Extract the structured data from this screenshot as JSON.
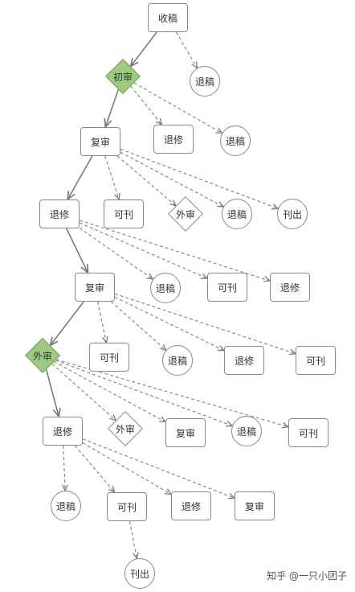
{
  "nodes": [
    {
      "id": "n1",
      "label": "收稿",
      "shape": "box",
      "fill": "green"
    },
    {
      "id": "n2",
      "label": "初审",
      "shape": "diamond",
      "fill": "green"
    },
    {
      "id": "n3",
      "label": "退稿",
      "shape": "circle",
      "fill": "white"
    },
    {
      "id": "n4",
      "label": "复审",
      "shape": "box",
      "fill": "green"
    },
    {
      "id": "n5",
      "label": "退修",
      "shape": "box",
      "fill": "white"
    },
    {
      "id": "n6",
      "label": "退稿",
      "shape": "circle",
      "fill": "white"
    },
    {
      "id": "n7",
      "label": "退修",
      "shape": "box",
      "fill": "green"
    },
    {
      "id": "n8",
      "label": "可刊",
      "shape": "box",
      "fill": "white"
    },
    {
      "id": "n9",
      "label": "外审",
      "shape": "diamond",
      "fill": "white"
    },
    {
      "id": "n10",
      "label": "退稿",
      "shape": "circle",
      "fill": "white"
    },
    {
      "id": "n11",
      "label": "刊出",
      "shape": "circle",
      "fill": "white"
    },
    {
      "id": "n12",
      "label": "复审",
      "shape": "box",
      "fill": "green"
    },
    {
      "id": "n13",
      "label": "退稿",
      "shape": "circle",
      "fill": "white"
    },
    {
      "id": "n14",
      "label": "可刊",
      "shape": "box",
      "fill": "white"
    },
    {
      "id": "n15",
      "label": "退修",
      "shape": "box",
      "fill": "white"
    },
    {
      "id": "n16",
      "label": "外审",
      "shape": "diamond",
      "fill": "green"
    },
    {
      "id": "n17",
      "label": "可刊",
      "shape": "box",
      "fill": "white"
    },
    {
      "id": "n18",
      "label": "退稿",
      "shape": "circle",
      "fill": "white"
    },
    {
      "id": "n19",
      "label": "退修",
      "shape": "box",
      "fill": "white"
    },
    {
      "id": "n20",
      "label": "可刊",
      "shape": "box",
      "fill": "white"
    },
    {
      "id": "n21",
      "label": "退修",
      "shape": "box",
      "fill": "orange"
    },
    {
      "id": "n22",
      "label": "外审",
      "shape": "diamond",
      "fill": "white"
    },
    {
      "id": "n23",
      "label": "复审",
      "shape": "box",
      "fill": "white"
    },
    {
      "id": "n24",
      "label": "退稿",
      "shape": "circle",
      "fill": "white"
    },
    {
      "id": "n25",
      "label": "可刊",
      "shape": "box",
      "fill": "white"
    },
    {
      "id": "n26",
      "label": "退稿",
      "shape": "circle",
      "fill": "white"
    },
    {
      "id": "n27",
      "label": "可刊",
      "shape": "box",
      "fill": "white"
    },
    {
      "id": "n28",
      "label": "退修",
      "shape": "box",
      "fill": "white"
    },
    {
      "id": "n29",
      "label": "复审",
      "shape": "box",
      "fill": "white"
    },
    {
      "id": "n30",
      "label": "刊出",
      "shape": "circle",
      "fill": "white"
    }
  ],
  "edges": [
    {
      "from": "n1",
      "to": "n2",
      "style": "solid"
    },
    {
      "from": "n1",
      "to": "n3",
      "style": "dashed"
    },
    {
      "from": "n2",
      "to": "n4",
      "style": "solid"
    },
    {
      "from": "n2",
      "to": "n5",
      "style": "dashed"
    },
    {
      "from": "n2",
      "to": "n6",
      "style": "dashed"
    },
    {
      "from": "n4",
      "to": "n7",
      "style": "solid"
    },
    {
      "from": "n4",
      "to": "n8",
      "style": "dashed"
    },
    {
      "from": "n4",
      "to": "n9",
      "style": "dashed"
    },
    {
      "from": "n4",
      "to": "n10",
      "style": "dashed"
    },
    {
      "from": "n4",
      "to": "n11",
      "style": "dashed"
    },
    {
      "from": "n7",
      "to": "n12",
      "style": "solid"
    },
    {
      "from": "n7",
      "to": "n13",
      "style": "dashed"
    },
    {
      "from": "n7",
      "to": "n14",
      "style": "dashed"
    },
    {
      "from": "n7",
      "to": "n15",
      "style": "dashed"
    },
    {
      "from": "n12",
      "to": "n16",
      "style": "solid"
    },
    {
      "from": "n12",
      "to": "n17",
      "style": "dashed"
    },
    {
      "from": "n12",
      "to": "n18",
      "style": "dashed"
    },
    {
      "from": "n12",
      "to": "n19",
      "style": "dashed"
    },
    {
      "from": "n12",
      "to": "n20",
      "style": "dashed"
    },
    {
      "from": "n16",
      "to": "n21",
      "style": "solid"
    },
    {
      "from": "n16",
      "to": "n22",
      "style": "dashed"
    },
    {
      "from": "n16",
      "to": "n23",
      "style": "dashed"
    },
    {
      "from": "n16",
      "to": "n24",
      "style": "dashed"
    },
    {
      "from": "n16",
      "to": "n25",
      "style": "dashed"
    },
    {
      "from": "n21",
      "to": "n26",
      "style": "dashed"
    },
    {
      "from": "n21",
      "to": "n27",
      "style": "dashed"
    },
    {
      "from": "n21",
      "to": "n28",
      "style": "dashed"
    },
    {
      "from": "n21",
      "to": "n29",
      "style": "dashed"
    },
    {
      "from": "n27",
      "to": "n30",
      "style": "dashed"
    }
  ],
  "colors": {
    "green": "#9dc983",
    "orange": "#f0a37c",
    "line": "#8a8a8a",
    "solid_line": "#7a7a7a"
  },
  "watermark": "知乎 @一只小团子"
}
